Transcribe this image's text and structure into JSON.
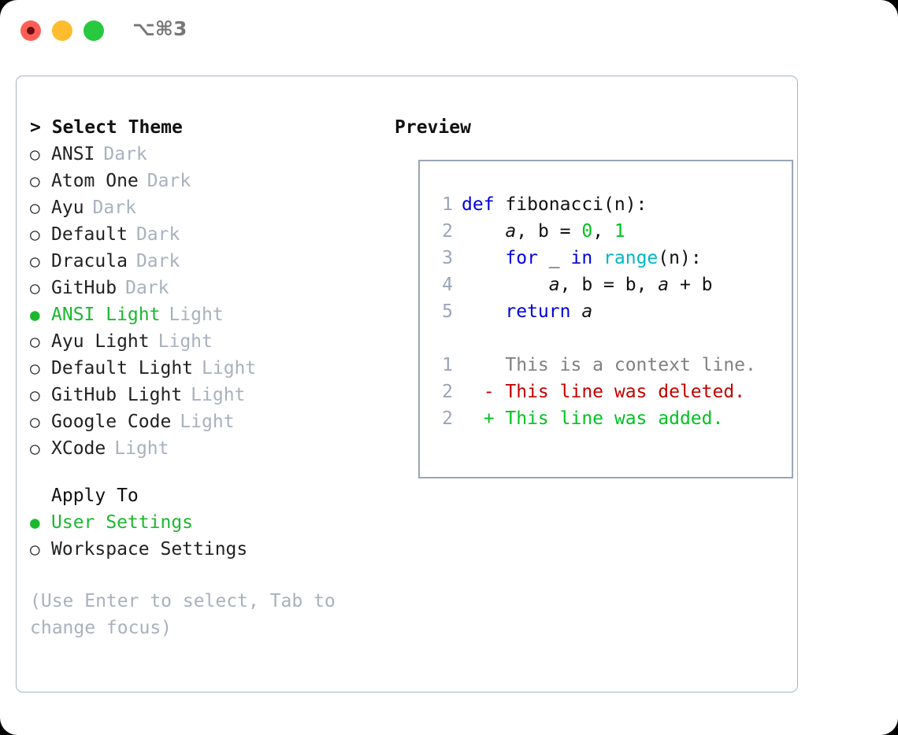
{
  "titlebar": {
    "shortcut": "⌥⌘3",
    "lights": [
      {
        "name": "close",
        "color": "#ff5f57"
      },
      {
        "name": "minimize",
        "color": "#febc2e"
      },
      {
        "name": "maximize",
        "color": "#28c840"
      }
    ]
  },
  "theme_panel": {
    "header_prefix": "> ",
    "header": "Select Theme",
    "bullet_unselected": "○",
    "bullet_selected": "●",
    "accent_color": "#1bb82e",
    "muted_color": "#a9b1bd",
    "items": [
      {
        "label": "ANSI",
        "tag": "Dark",
        "selected": false
      },
      {
        "label": "Atom One",
        "tag": "Dark",
        "selected": false
      },
      {
        "label": "Ayu",
        "tag": "Dark",
        "selected": false
      },
      {
        "label": "Default",
        "tag": "Dark",
        "selected": false
      },
      {
        "label": "Dracula",
        "tag": "Dark",
        "selected": false
      },
      {
        "label": "GitHub",
        "tag": "Dark",
        "selected": false
      },
      {
        "label": "ANSI Light",
        "tag": "Light",
        "selected": true
      },
      {
        "label": "Ayu Light",
        "tag": "Light",
        "selected": false
      },
      {
        "label": "Default Light",
        "tag": "Light",
        "selected": false
      },
      {
        "label": "GitHub Light",
        "tag": "Light",
        "selected": false
      },
      {
        "label": "Google Code",
        "tag": "Light",
        "selected": false
      },
      {
        "label": "XCode",
        "tag": "Light",
        "selected": false
      }
    ]
  },
  "apply_to": {
    "title": "Apply To",
    "items": [
      {
        "label": "User Settings",
        "selected": true
      },
      {
        "label": "Workspace Settings",
        "selected": false
      }
    ]
  },
  "hint": "(Use Enter to select, Tab to change focus)",
  "preview": {
    "title": "Preview",
    "border_color": "#9aa5b8",
    "code_lines": [
      {
        "lineno": "1",
        "tokens": [
          {
            "text": "def ",
            "style": "kw"
          },
          {
            "text": "fibonacci(n):",
            "style": "plain"
          }
        ]
      },
      {
        "lineno": "2",
        "tokens": [
          {
            "text": "    ",
            "style": "plain"
          },
          {
            "text": "a",
            "style": "ital"
          },
          {
            "text": ", ",
            "style": "plain"
          },
          {
            "text": "b",
            "style": "plain"
          },
          {
            "text": " = ",
            "style": "plain"
          },
          {
            "text": "0",
            "style": "num"
          },
          {
            "text": ", ",
            "style": "plain"
          },
          {
            "text": "1",
            "style": "num"
          }
        ]
      },
      {
        "lineno": "3",
        "tokens": [
          {
            "text": "    ",
            "style": "plain"
          },
          {
            "text": "for",
            "style": "kw"
          },
          {
            "text": " _ ",
            "style": "plain"
          },
          {
            "text": "in",
            "style": "kw"
          },
          {
            "text": " ",
            "style": "plain"
          },
          {
            "text": "range",
            "style": "fn"
          },
          {
            "text": "(n):",
            "style": "plain"
          }
        ]
      },
      {
        "lineno": "4",
        "tokens": [
          {
            "text": "        ",
            "style": "plain"
          },
          {
            "text": "a",
            "style": "ital"
          },
          {
            "text": ", b = b, ",
            "style": "plain"
          },
          {
            "text": "a",
            "style": "ital"
          },
          {
            "text": " + b",
            "style": "plain"
          }
        ]
      },
      {
        "lineno": "5",
        "tokens": [
          {
            "text": "    ",
            "style": "plain"
          },
          {
            "text": "return",
            "style": "kw"
          },
          {
            "text": " ",
            "style": "plain"
          },
          {
            "text": "a",
            "style": "ital"
          }
        ]
      }
    ],
    "diff_lines": [
      {
        "lineno": "1",
        "marker": "  ",
        "text": "This is a context line.",
        "kind": "context"
      },
      {
        "lineno": "2",
        "marker": "- ",
        "text": "This line was deleted.",
        "kind": "deleted"
      },
      {
        "lineno": "2",
        "marker": "+ ",
        "text": "This line was added.",
        "kind": "added"
      }
    ]
  }
}
